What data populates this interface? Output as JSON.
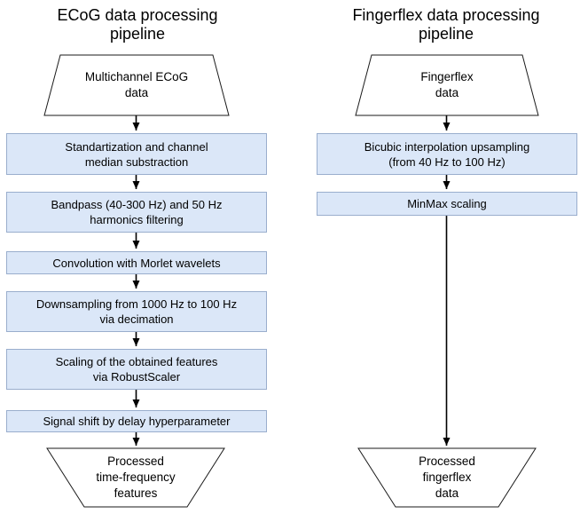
{
  "colors": {
    "background": "#ffffff",
    "process_box_fill": "#dbe7f8",
    "process_box_border": "#9aaecd",
    "trapezoid_outline": "#1a1a1a",
    "arrow": "#000000",
    "text": "#000000"
  },
  "left_pipeline": {
    "title": "ECoG data processing\npipeline",
    "input_label": "Multichannel ECoG\ndata",
    "steps": [
      "Standartization and channel\nmedian substraction",
      "Bandpass (40-300 Hz) and 50 Hz\nharmonics filtering",
      "Convolution with Morlet wavelets",
      "Downsampling from 1000 Hz to 100 Hz\nvia decimation",
      "Scaling of the obtained features\nvia RobustScaler",
      "Signal shift by delay hyperparameter"
    ],
    "output_label": "Processed\ntime-frequency\nfeatures"
  },
  "right_pipeline": {
    "title": "Fingerflex data processing\npipeline",
    "input_label": "Fingerflex\ndata",
    "steps": [
      "Bicubic interpolation upsampling\n(from 40 Hz to 100 Hz)",
      "MinMax scaling"
    ],
    "output_label": "Processed\nfingerflex\ndata"
  }
}
